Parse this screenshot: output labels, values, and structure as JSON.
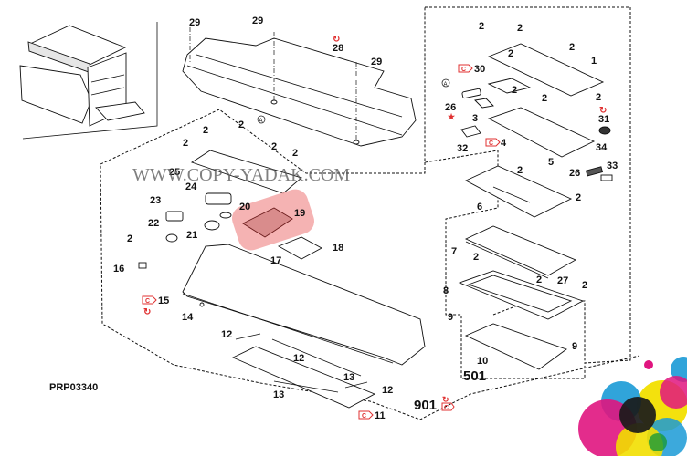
{
  "diagram": {
    "drawing_code": "PRP03340",
    "watermark": "WWW.COPY-YADAK.COM",
    "highlight_color": "#f3a6a6",
    "mark_color": "#e03030",
    "assembly_labels": [
      "501",
      "901"
    ],
    "ref_markers": [
      "A",
      "A"
    ],
    "labels": {
      "p1": "1",
      "p2": "2",
      "p3": "3",
      "p4": "4",
      "p5": "5",
      "p6": "6",
      "p7": "7",
      "p8": "8",
      "p9": "9",
      "p10": "10",
      "p11": "11",
      "p12": "12",
      "p13": "13",
      "p14": "14",
      "p15": "15",
      "p16": "16",
      "p17": "17",
      "p18": "18",
      "p19": "19",
      "p20": "20",
      "p21": "21",
      "p22": "22",
      "p23": "23",
      "p24": "24",
      "p25": "25",
      "p26": "26",
      "p27": "27",
      "p28": "28",
      "p29": "29",
      "p30": "30",
      "p31": "31",
      "p32": "32",
      "p33": "33",
      "p34": "34"
    },
    "highlighted_part": "19",
    "marked_parts": {
      "c_marker": [
        "30",
        "4",
        "15",
        "11",
        "901"
      ],
      "rotate_marker": [
        "28",
        "31",
        "15",
        "901"
      ],
      "star_marker": [
        "26"
      ]
    },
    "c_marker_text": "C",
    "star_glyph": "★",
    "rotate_glyph": "↻"
  }
}
